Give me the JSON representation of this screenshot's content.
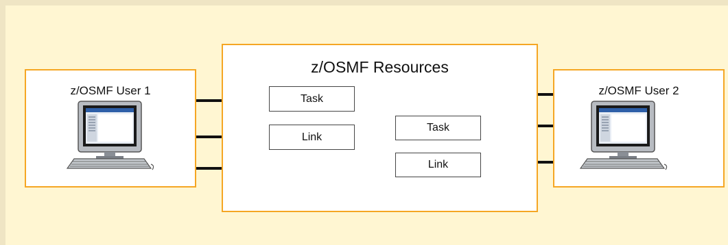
{
  "diagram": {
    "resources_title": "z/OSMF Resources",
    "user1_title": "z/OSMF User 1",
    "user2_title": "z/OSMF User 2",
    "items": {
      "task1": "Task",
      "link1": "Link",
      "task2": "Task",
      "link2": "Link"
    },
    "colors": {
      "background": "#fff6d2",
      "box_border": "#f5a623",
      "connector": "#111111"
    },
    "icons": [
      "desktop-computer-icon",
      "desktop-computer-icon"
    ]
  }
}
